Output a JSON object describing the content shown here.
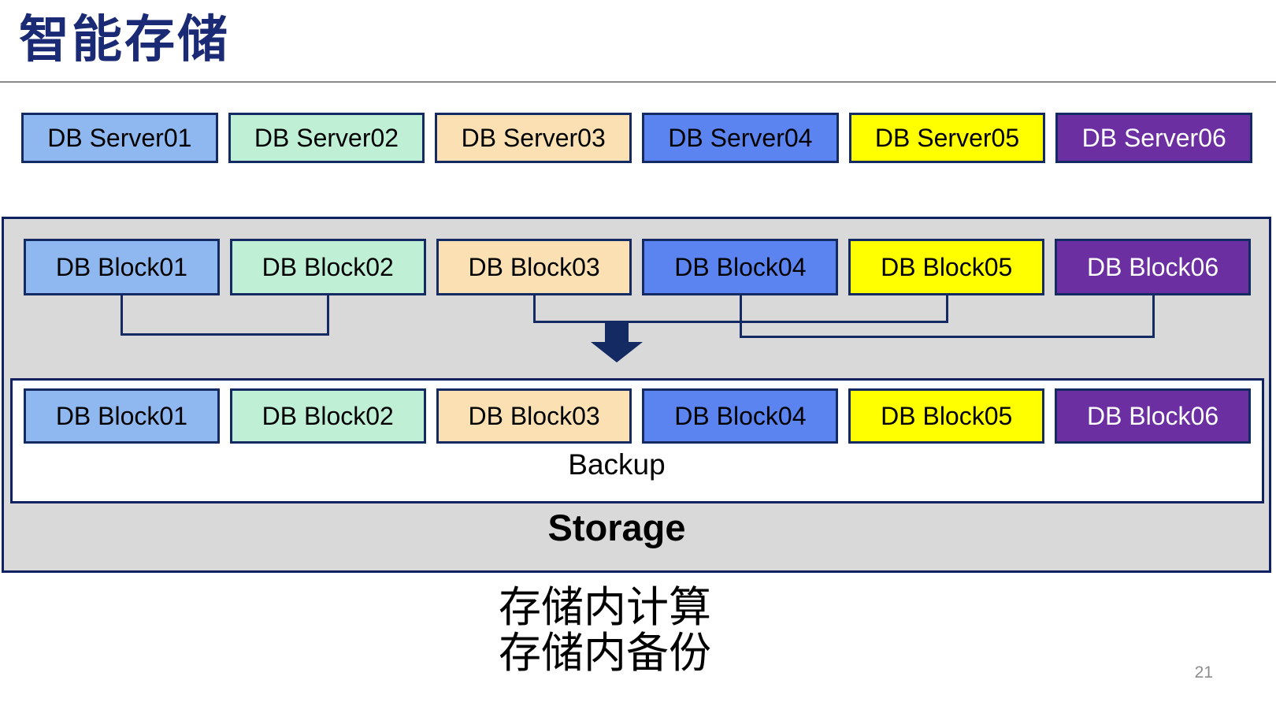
{
  "slide": {
    "title": "智能存储",
    "page_number": "21",
    "caption_lines": [
      "存储内计算",
      "存储内备份"
    ]
  },
  "servers": [
    {
      "label": "DB Server01",
      "color": "#90b8f0",
      "text_color": "#000000"
    },
    {
      "label": "DB Server02",
      "color": "#bff0d5",
      "text_color": "#000000"
    },
    {
      "label": "DB Server03",
      "color": "#fae0b2",
      "text_color": "#000000"
    },
    {
      "label": "DB Server04",
      "color": "#5b84f0",
      "text_color": "#000000"
    },
    {
      "label": "DB Server05",
      "color": "#ffff00",
      "text_color": "#000000"
    },
    {
      "label": "DB Server06",
      "color": "#6b2fa1",
      "text_color": "#ffffff"
    }
  ],
  "storage": {
    "label": "Storage",
    "backup_label": "Backup",
    "blocks_top": [
      {
        "label": "DB Block01",
        "color": "#90b8f0"
      },
      {
        "label": "DB Block02",
        "color": "#bff0d5"
      },
      {
        "label": "DB Block03",
        "color": "#fae0b2"
      },
      {
        "label": "DB Block04",
        "color": "#5b84f0"
      },
      {
        "label": "DB Block05",
        "color": "#ffff00"
      },
      {
        "label": "DB Block06",
        "color": "#6b2fa1"
      }
    ],
    "blocks_bottom": [
      {
        "label": "DB Block01",
        "color": "#90b8f0"
      },
      {
        "label": "DB Block02",
        "color": "#bff0d5"
      },
      {
        "label": "DB Block03",
        "color": "#fae0b2"
      },
      {
        "label": "DB Block04",
        "color": "#5b84f0"
      },
      {
        "label": "DB Block05",
        "color": "#ffff00"
      },
      {
        "label": "DB Block06",
        "color": "#6b2fa1"
      }
    ],
    "connectors": [
      {
        "from": "DB Block01",
        "to": "DB Block02"
      },
      {
        "from": "DB Block03",
        "to": "DB Block05"
      },
      {
        "from": "DB Block04",
        "to": "DB Block06"
      }
    ]
  },
  "colors": {
    "title_navy": "#1b2a75",
    "border_navy": "#132a63",
    "container_gray": "#d9d9d9",
    "rule_gray": "#8a8a8a",
    "page_number_gray": "#8c8c8c",
    "arrow_navy": "#132a63"
  }
}
